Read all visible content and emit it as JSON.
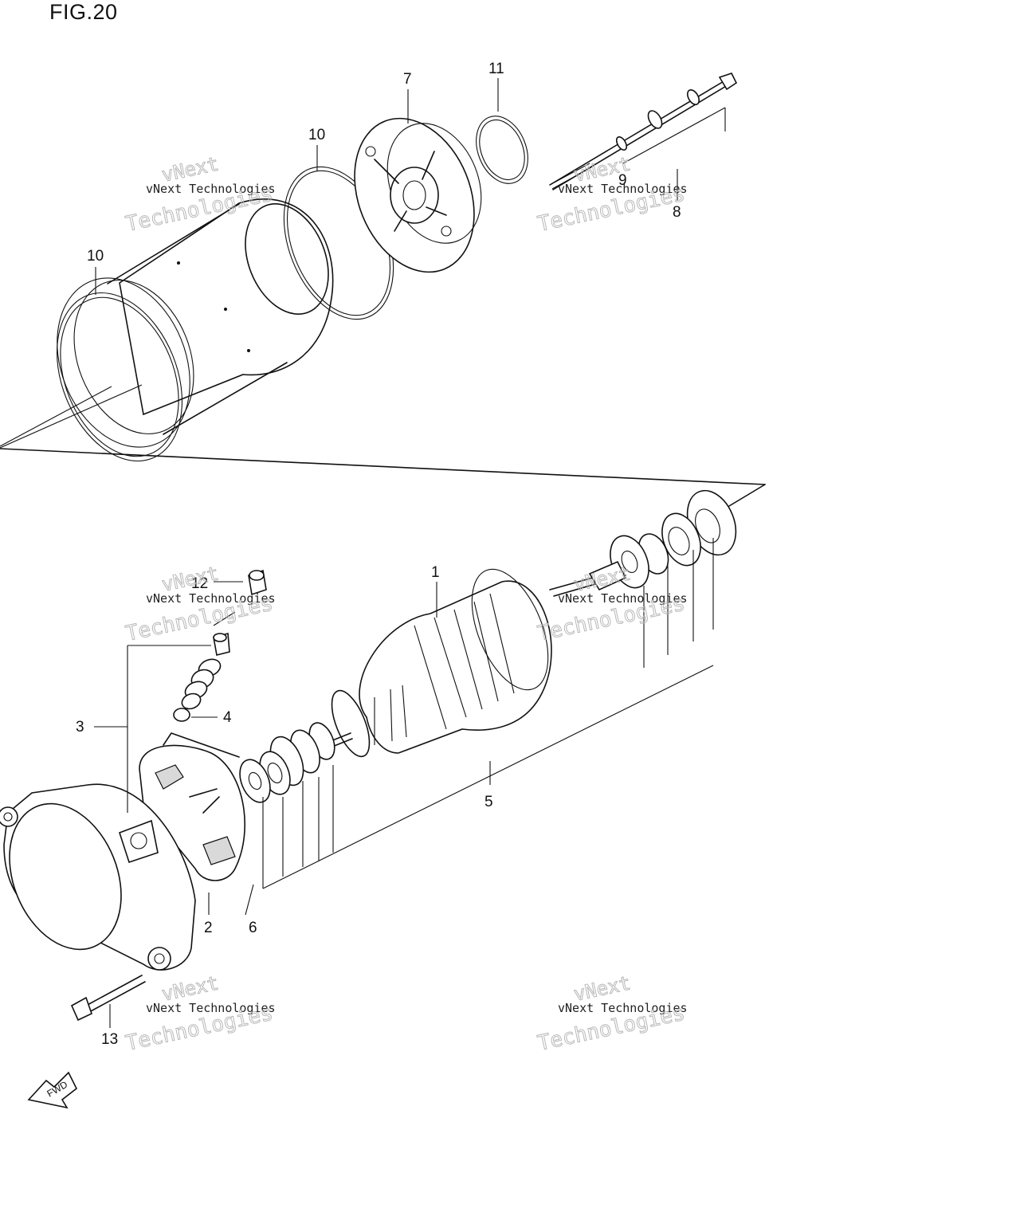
{
  "figure": {
    "title": "FIG.20"
  },
  "callouts": [
    {
      "id": "c1",
      "label": "1"
    },
    {
      "id": "c2",
      "label": "2"
    },
    {
      "id": "c3",
      "label": "3"
    },
    {
      "id": "c4",
      "label": "4"
    },
    {
      "id": "c5",
      "label": "5"
    },
    {
      "id": "c6",
      "label": "6"
    },
    {
      "id": "c7",
      "label": "7"
    },
    {
      "id": "c8",
      "label": "8"
    },
    {
      "id": "c9",
      "label": "9"
    },
    {
      "id": "c10a",
      "label": "10"
    },
    {
      "id": "c10b",
      "label": "10"
    },
    {
      "id": "c11",
      "label": "11"
    },
    {
      "id": "c12",
      "label": "12"
    },
    {
      "id": "c13",
      "label": "13"
    }
  ],
  "watermark": {
    "line1": "vNext Technologies",
    "line2": "Technologies",
    "logo": "vNext"
  },
  "fwd_arrow": {
    "label": "FWD"
  },
  "colors": {
    "ink": "#111111",
    "watermark": "#b8b8b8",
    "background": "#ffffff"
  }
}
